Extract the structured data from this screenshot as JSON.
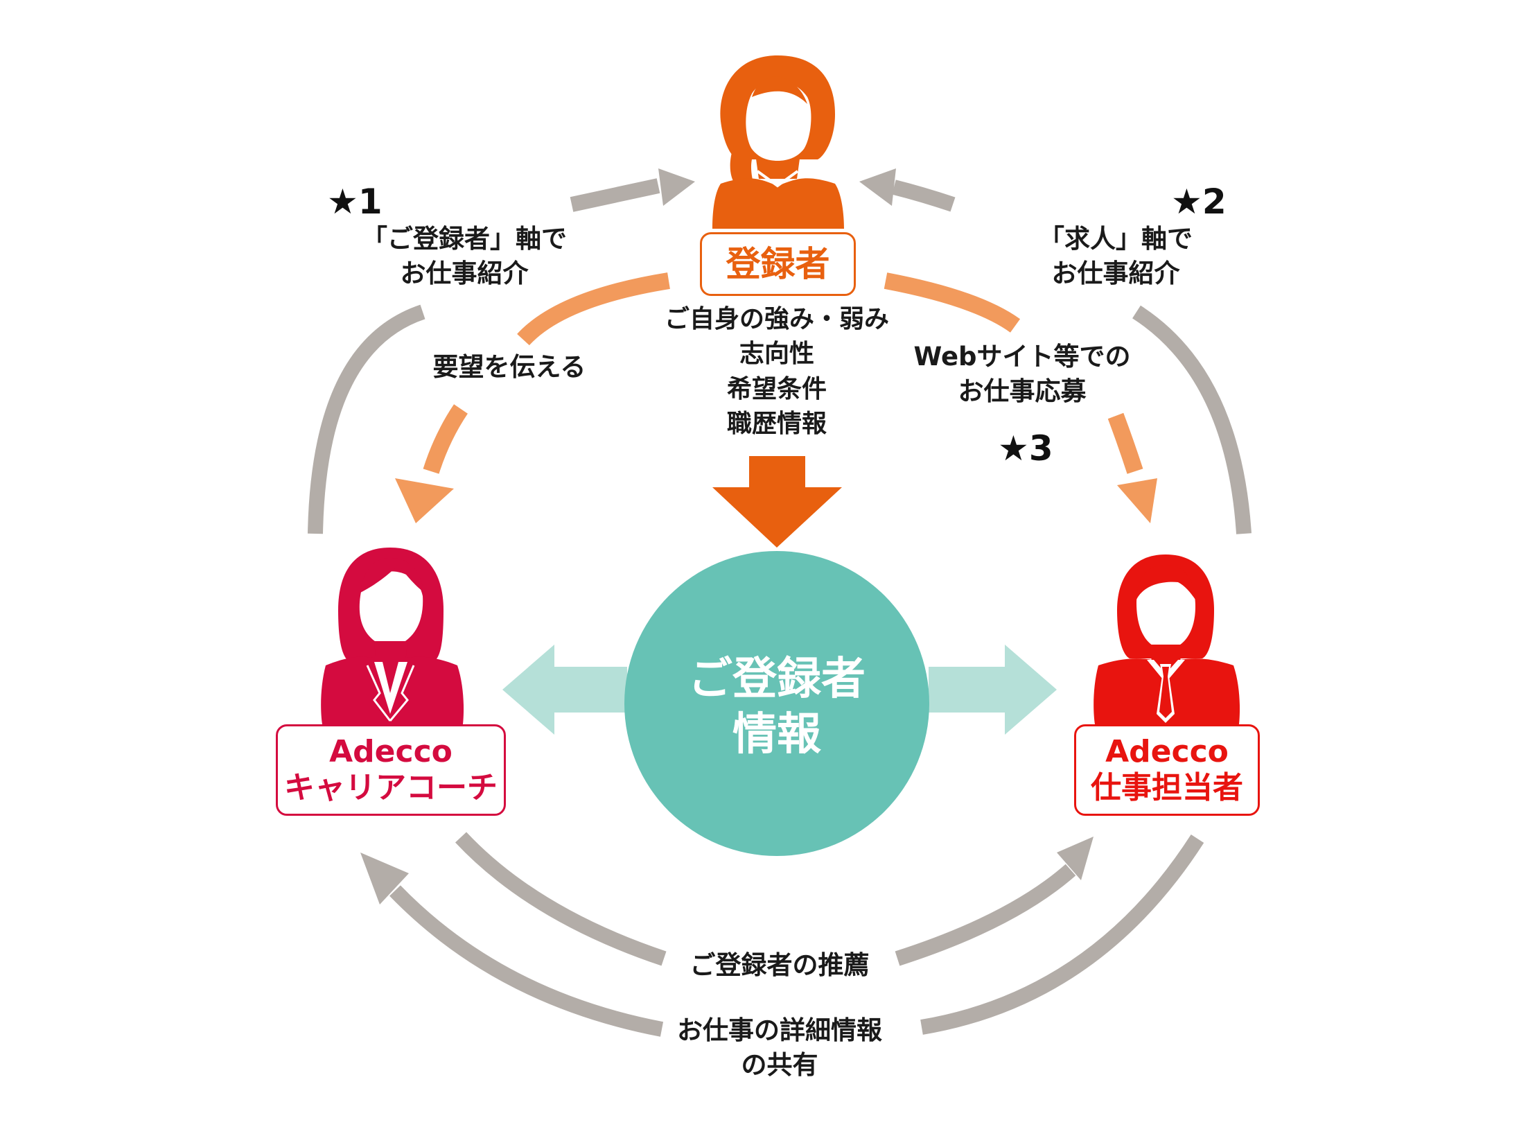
{
  "colors": {
    "registrant": "#e8600f",
    "coach": "#d40b3f",
    "staff": "#e8140f",
    "teal": "#67c2b5",
    "teal_light": "#b5e0d8",
    "orange_light": "#f29a5c",
    "gray": "#b3ada8"
  },
  "icons": {
    "registrant": "person-woman-ponytail-icon",
    "coach": "person-woman-suit-icon",
    "staff": "person-man-tie-icon"
  },
  "registrant": {
    "label": "登録者"
  },
  "coach": {
    "line1": "Adecco",
    "line2": "キャリアコーチ"
  },
  "staff": {
    "line1": "Adecco",
    "line2": "仕事担当者"
  },
  "center": {
    "line1": "ご登録者",
    "line2": "情報"
  },
  "labels": {
    "star1": "★1",
    "star2": "★2",
    "star3": "★3",
    "left_top": [
      "「ご登録者」軸で",
      "お仕事紹介"
    ],
    "right_top": [
      "「求人」軸で",
      "お仕事紹介"
    ],
    "left_request": "要望を伝える",
    "center_info": [
      "ご自身の強み・弱み",
      "志向性",
      "希望条件",
      "職歴情報"
    ],
    "right_apply": [
      "Webサイト等での",
      "お仕事応募"
    ],
    "bottom_recommend": "ご登録者の推薦",
    "bottom_share": [
      "お仕事の詳細情報",
      "の共有"
    ]
  }
}
